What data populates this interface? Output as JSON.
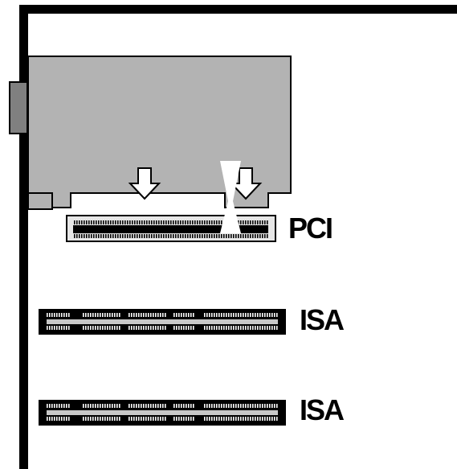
{
  "labels": {
    "pci": "PCI",
    "isa_1": "ISA",
    "isa_2": "ISA"
  },
  "colors": {
    "frame": "#000000",
    "card": "#b3b3b3",
    "slot_body": "#e6e6e6",
    "background": "#ffffff"
  }
}
